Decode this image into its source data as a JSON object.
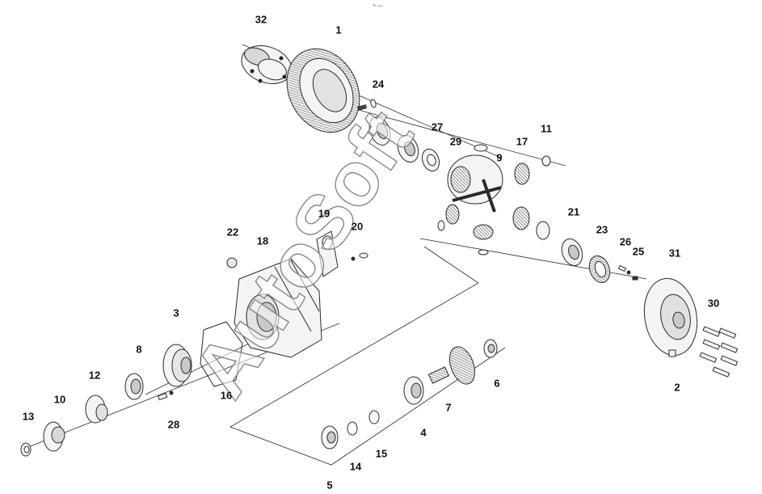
{
  "header_mark": "ᵍ₀ ₀₀₀",
  "watermark": "AutoSoft",
  "colors": {
    "line": "#2a2a2a",
    "part_fill": "#f4f4f4",
    "shade": "#c9c9c9",
    "watermark": "#ffffff"
  },
  "part_labels": {
    "p1": "1",
    "p2": "2",
    "p3": "3",
    "p4": "4",
    "p5": "5",
    "p6": "6",
    "p7": "7",
    "p8": "8",
    "p9": "9",
    "p10": "10",
    "p11": "11",
    "p12": "12",
    "p13": "13",
    "p14": "14",
    "p15": "15",
    "p16": "16",
    "p17": "17",
    "p18": "18",
    "p19": "19",
    "p20": "20",
    "p21": "21",
    "p22": "22",
    "p23": "23",
    "p24": "24",
    "p25": "25",
    "p26": "26",
    "p27": "27",
    "p28": "28",
    "p29": "29",
    "p30": "30",
    "p31": "31",
    "p32": "32"
  }
}
